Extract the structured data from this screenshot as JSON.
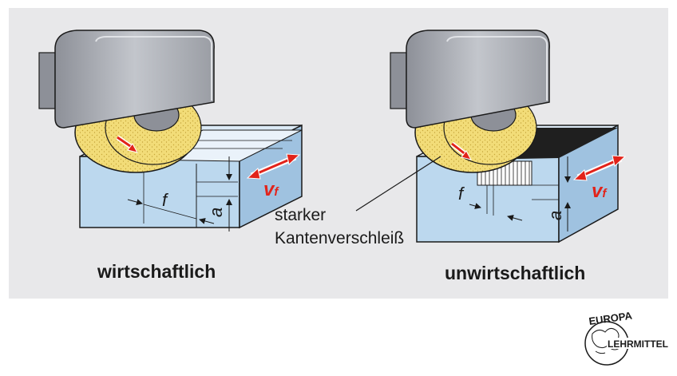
{
  "captions": {
    "left": "wirtschaftlich",
    "right": "unwirtschaftlich"
  },
  "labels": {
    "feed": "f",
    "depth": "a",
    "feed_velocity": "v",
    "feed_velocity_sub": "f",
    "wear_line1": "starker",
    "wear_line2": "Kantenverschleiß"
  },
  "logo": {
    "top": "EUROPA",
    "bottom": "LEHRMITTEL"
  },
  "colors": {
    "panel": "#e8e8ea",
    "workpiece_front": "#bcd8ee",
    "workpiece_top": "#dceaf6",
    "workpiece_side": "#9fc2e0",
    "wheel": "#f2dc78",
    "guard": "#a9acb3",
    "arrow_red": "#e2231a"
  }
}
